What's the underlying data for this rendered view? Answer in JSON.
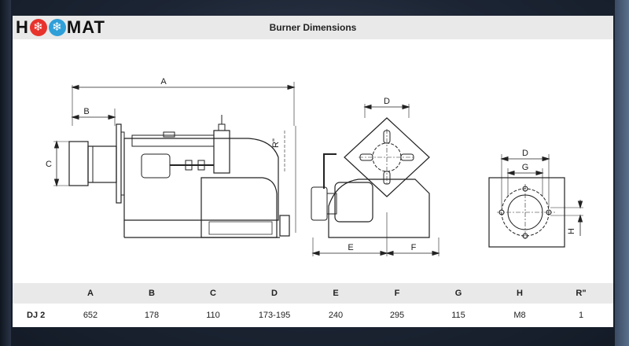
{
  "brand": {
    "logo_prefix": "H",
    "logo_suffix": "MAT",
    "accent_red": "#e8322c",
    "accent_blue": "#2f9fd8"
  },
  "header": {
    "title": "Burner Dimensions"
  },
  "drawing": {
    "labels": {
      "A": "A",
      "B": "B",
      "C": "C",
      "R": "R\"",
      "D": "D",
      "E": "E",
      "F": "F",
      "G": "G",
      "H": "H"
    }
  },
  "table": {
    "columns": [
      "A",
      "B",
      "C",
      "D",
      "E",
      "F",
      "G",
      "H",
      "R\""
    ],
    "rows": [
      {
        "model": "DJ 2",
        "values": [
          "652",
          "178",
          "110",
          "173-195",
          "240",
          "295",
          "115",
          "M8",
          "1"
        ]
      }
    ]
  }
}
